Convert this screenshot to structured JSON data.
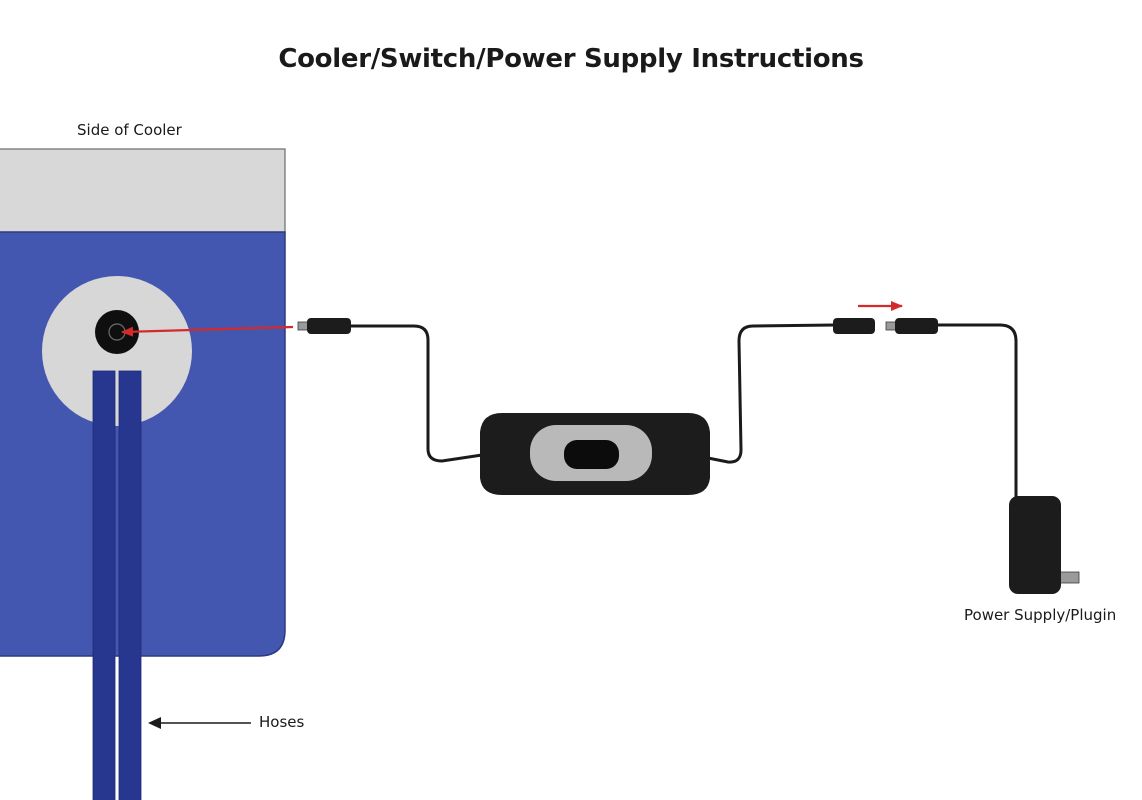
{
  "title": "Cooler/Switch/Power Supply Instructions",
  "labels": {
    "side_of_cooler": "Side of Cooler",
    "power_supply": "Power Supply/Plugin",
    "hoses": "Hoses"
  },
  "colors": {
    "cooler_body": "#4457b0",
    "cooler_lid": "#d9d8d8",
    "port_plate": "#d7d7d7",
    "hose": "#27378f",
    "cable": "#1b1b1b",
    "arrow_red": "#d52a2a",
    "switch_body": "#1c1c1c",
    "switch_window": "#b9b9b9"
  }
}
